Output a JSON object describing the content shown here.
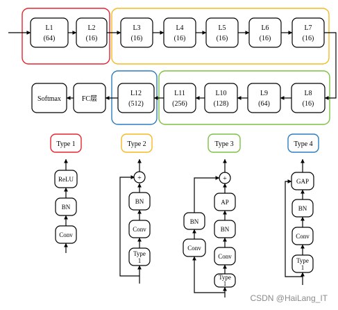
{
  "colors": {
    "type1": "#e8232e",
    "type2": "#f5b921",
    "type3": "#7cc143",
    "type4": "#2a7dc0"
  },
  "layers": {
    "L1": {
      "name": "L1",
      "size": "(64)"
    },
    "L2": {
      "name": "L2",
      "size": "(16)"
    },
    "L3": {
      "name": "L3",
      "size": "(16)"
    },
    "L4": {
      "name": "L4",
      "size": "(16)"
    },
    "L5": {
      "name": "L5",
      "size": "(16)"
    },
    "L6": {
      "name": "L6",
      "size": "(16)"
    },
    "L7": {
      "name": "L7",
      "size": "(16)"
    },
    "L8": {
      "name": "L8",
      "size": "(16)"
    },
    "L9": {
      "name": "L9",
      "size": "(64)"
    },
    "L10": {
      "name": "L10",
      "size": "(128)"
    },
    "L11": {
      "name": "L11",
      "size": "(256)"
    },
    "L12": {
      "name": "L12",
      "size": "(512)"
    }
  },
  "heads": {
    "fc": "FC层",
    "softmax": "Softmax"
  },
  "types": {
    "t1": "Type 1",
    "t2": "Type 2",
    "t3": "Type 3",
    "t4": "Type 4"
  },
  "blocks": {
    "type1": {
      "relu": "ReLU",
      "bn": "BN",
      "conv": "Conv"
    },
    "type2": {
      "plus": "+",
      "bn": "BN",
      "conv": "Conv",
      "type_in": "Type",
      "type_in_num": "1"
    },
    "type3": {
      "plus": "+",
      "ap": "AP",
      "bn": "BN",
      "conv": "Conv",
      "type_in": "Type",
      "type_in_num": "1",
      "skip_bn": "BN",
      "skip_conv": "Conv"
    },
    "type4": {
      "gap": "GAP",
      "bn": "BN",
      "conv": "Conv",
      "type_in": "Type",
      "type_in_num": "1"
    }
  },
  "watermark": "CSDN @HaiLang_IT"
}
